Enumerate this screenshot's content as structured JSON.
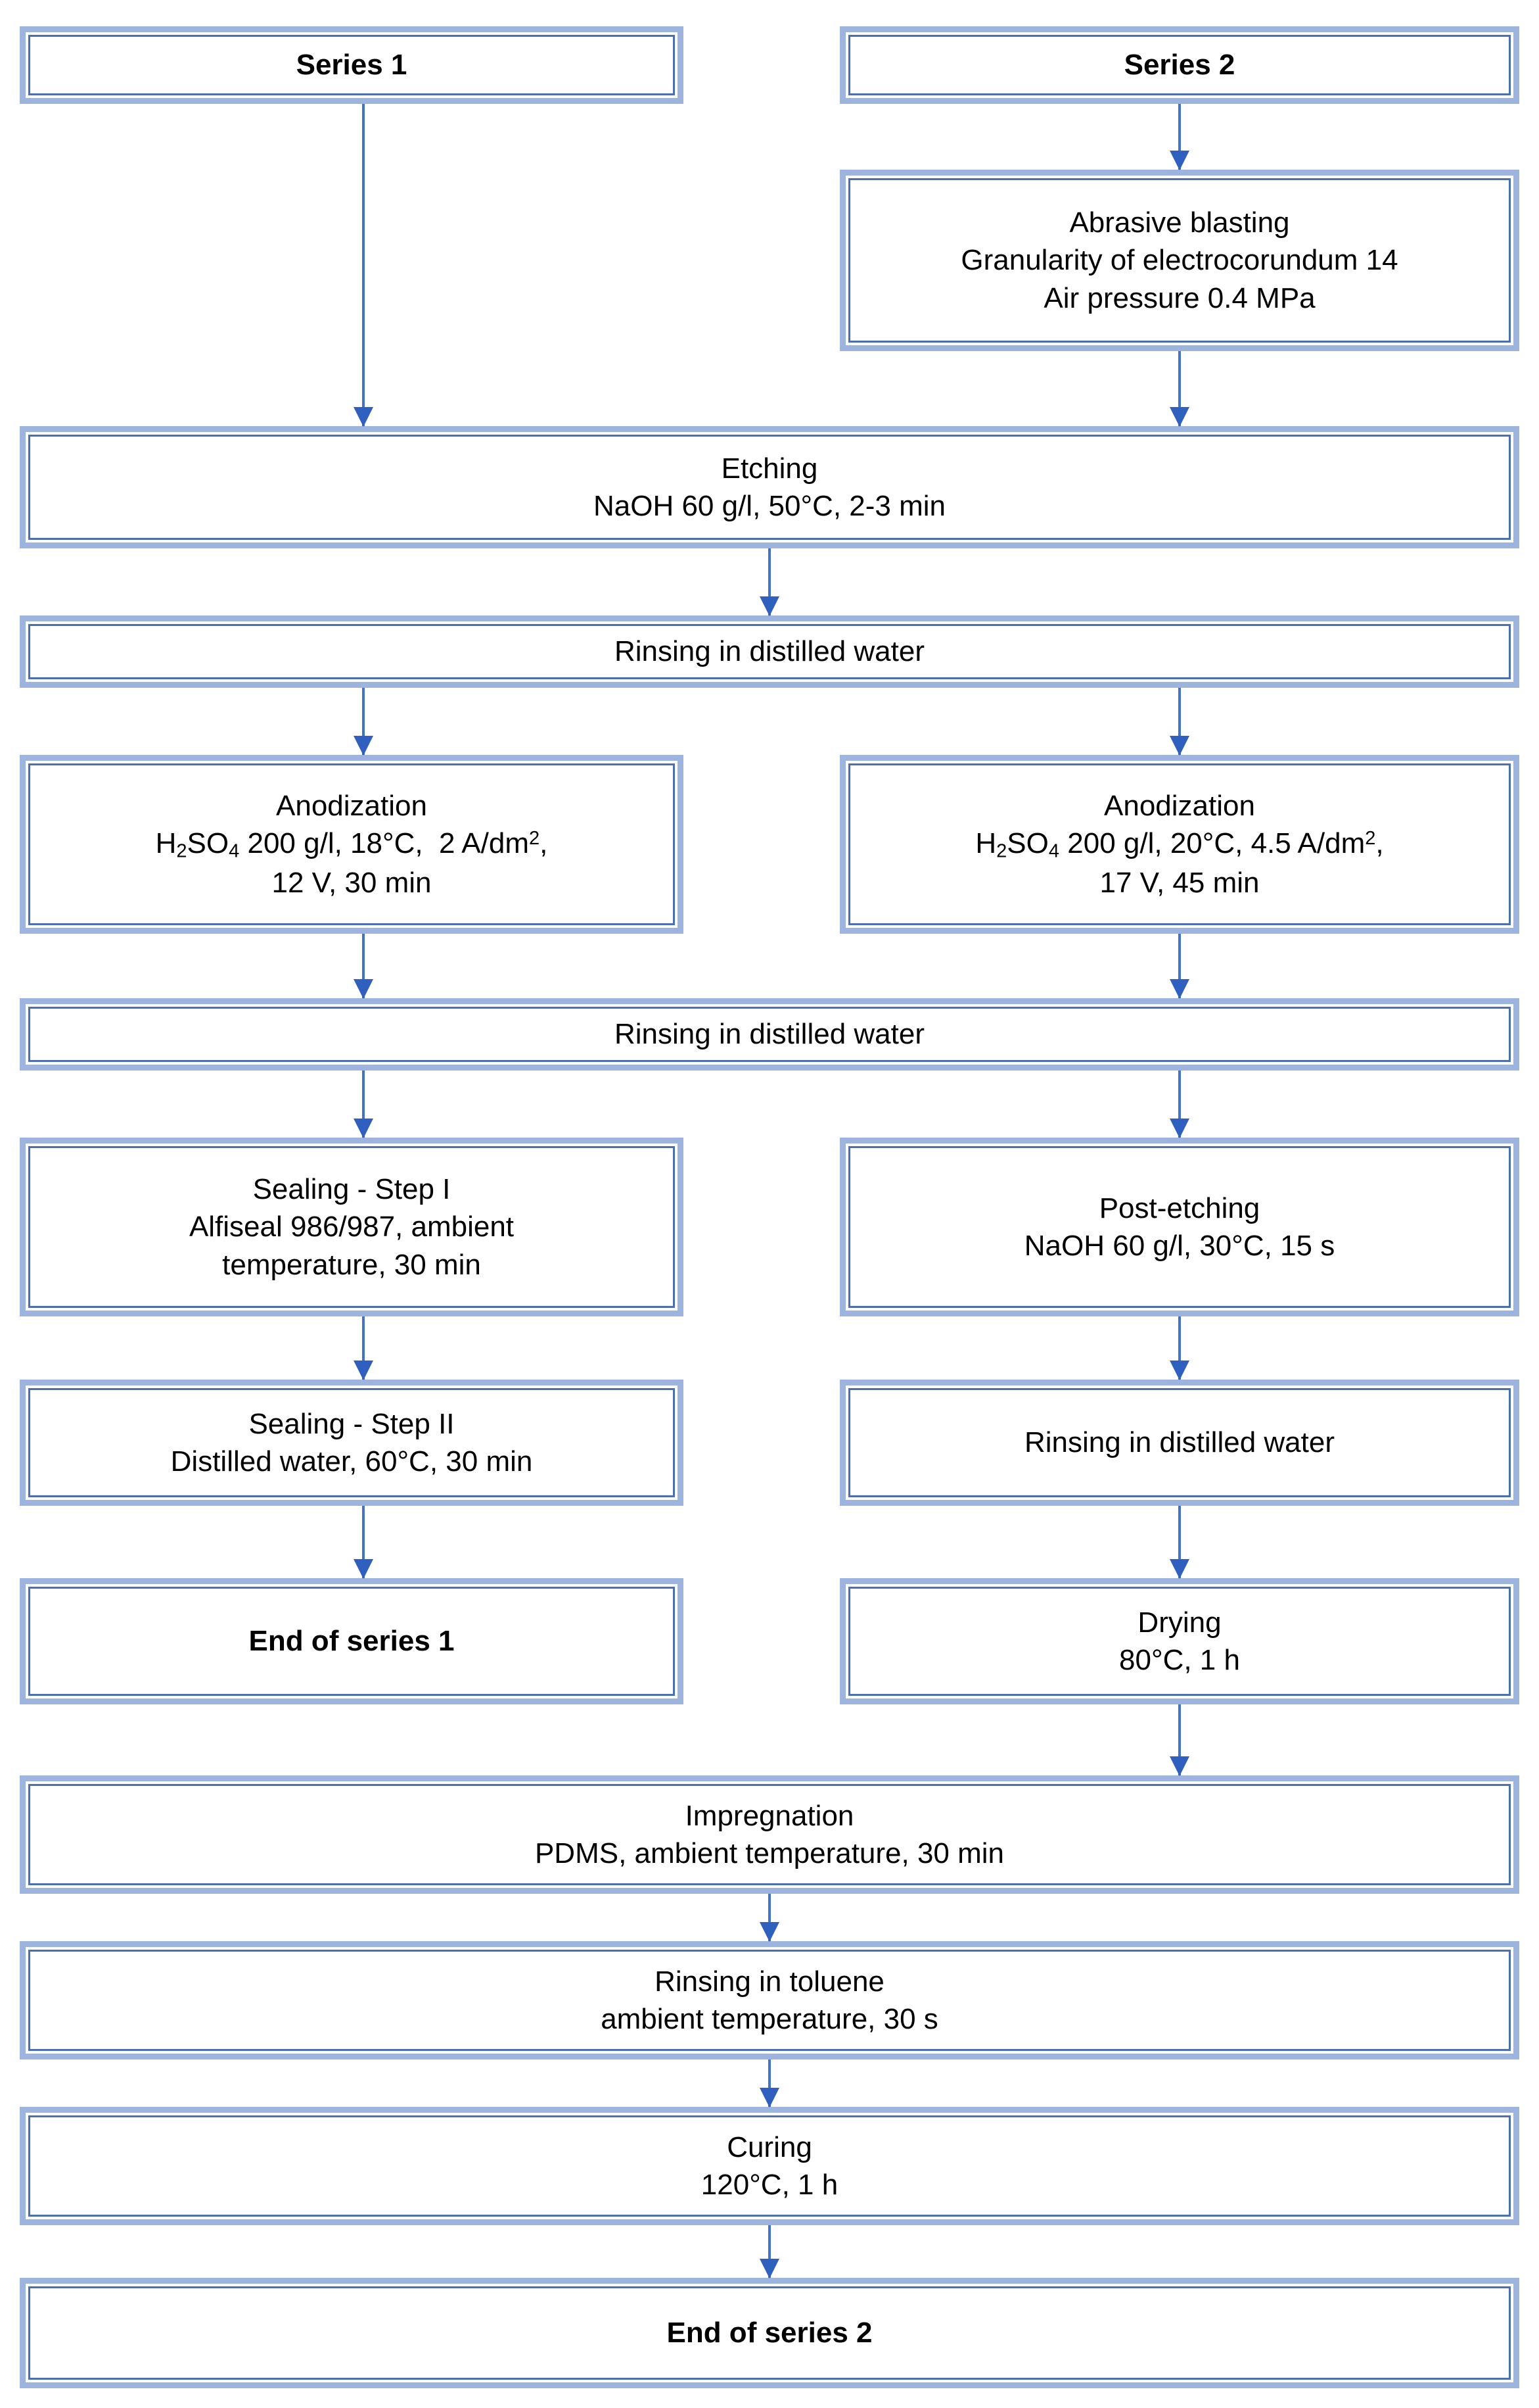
{
  "diagram": {
    "title": "Surface treatment process flowchart for Series 1 and Series 2",
    "colors": {
      "box_outer_border": "#9db4de",
      "box_inner_border": "#4a6fb5",
      "box_fill": "#ffffff",
      "arrow": "#4472c4",
      "arrow_head": "#2f5fbf",
      "text": "#000000",
      "background": "#ffffff"
    }
  },
  "nodes": {
    "series1_header": {
      "lines": [
        "Series 1"
      ],
      "bold": [
        true
      ]
    },
    "series2_header": {
      "lines": [
        "Series 2"
      ],
      "bold": [
        true
      ]
    },
    "abrasive_blasting": {
      "lines": [
        "Abrasive blasting",
        "Granularity of electrocorundum 14",
        "Air pressure 0.4 MPa"
      ],
      "bold": [
        false,
        false,
        false
      ]
    },
    "etching": {
      "lines": [
        "Etching",
        "NaOH 60 g/l, 50°C, 2-3 min"
      ],
      "bold": [
        false,
        false
      ]
    },
    "rinsing_1": {
      "lines": [
        "Rinsing in distilled water"
      ],
      "bold": [
        false
      ]
    },
    "anodization_left": {
      "lines": [
        "Anodization",
        "H2SO4 200 g/l, 18°C,  2 A/dm2,",
        "12 V, 30 min"
      ],
      "html_lines": [
        "Anodization",
        "H<sub>2</sub>SO<sub>4</sub> 200 g/l, 18°C,&nbsp; 2 A/dm<sup>2</sup>,",
        "12 V, 30 min"
      ],
      "bold": [
        false,
        false,
        false
      ]
    },
    "anodization_right": {
      "lines": [
        "Anodization",
        "H2SO4 200 g/l, 20°C, 4.5 A/dm2,",
        "17 V, 45 min"
      ],
      "html_lines": [
        "Anodization",
        "H<sub>2</sub>SO<sub>4</sub> 200 g/l, 20°C, 4.5 A/dm<sup>2</sup>,",
        "17 V, 45 min"
      ],
      "bold": [
        false,
        false,
        false
      ]
    },
    "rinsing_2": {
      "lines": [
        "Rinsing in distilled water"
      ],
      "bold": [
        false
      ]
    },
    "sealing_step1": {
      "lines": [
        "Sealing -  Step I",
        "Alfiseal 986/987, ambient",
        "temperature, 30 min"
      ],
      "bold": [
        false,
        false,
        false
      ]
    },
    "post_etching": {
      "lines": [
        "Post-etching",
        "NaOH 60 g/l, 30°C, 15 s"
      ],
      "bold": [
        false,
        false
      ]
    },
    "sealing_step2": {
      "lines": [
        "Sealing -  Step II",
        "Distilled water, 60°C, 30 min"
      ],
      "bold": [
        false,
        false
      ]
    },
    "rinsing_3": {
      "lines": [
        "Rinsing in distilled water"
      ],
      "bold": [
        false
      ]
    },
    "end_of_series_1": {
      "lines": [
        "End of series 1"
      ],
      "bold": [
        true
      ]
    },
    "drying": {
      "lines": [
        "Drying",
        "80°C, 1 h"
      ],
      "bold": [
        false,
        false
      ]
    },
    "impregnation": {
      "lines": [
        "Impregnation",
        "PDMS, ambient temperature, 30 min"
      ],
      "bold": [
        false,
        false
      ]
    },
    "rinsing_toluene": {
      "lines": [
        "Rinsing in toluene",
        "ambient temperature, 30 s"
      ],
      "bold": [
        false,
        false
      ]
    },
    "curing": {
      "lines": [
        "Curing",
        "120°C, 1 h"
      ],
      "bold": [
        false,
        false
      ]
    },
    "end_of_series_2": {
      "lines": [
        "End of series 2"
      ],
      "bold": [
        true
      ]
    }
  },
  "edges": [
    {
      "from": "series1_header",
      "to": "etching"
    },
    {
      "from": "series2_header",
      "to": "abrasive_blasting"
    },
    {
      "from": "abrasive_blasting",
      "to": "etching"
    },
    {
      "from": "etching",
      "to": "rinsing_1"
    },
    {
      "from": "rinsing_1",
      "to": "anodization_left"
    },
    {
      "from": "rinsing_1",
      "to": "anodization_right"
    },
    {
      "from": "anodization_left",
      "to": "rinsing_2"
    },
    {
      "from": "anodization_right",
      "to": "rinsing_2"
    },
    {
      "from": "rinsing_2",
      "to": "sealing_step1"
    },
    {
      "from": "rinsing_2",
      "to": "post_etching"
    },
    {
      "from": "sealing_step1",
      "to": "sealing_step2"
    },
    {
      "from": "sealing_step2",
      "to": "end_of_series_1"
    },
    {
      "from": "post_etching",
      "to": "rinsing_3"
    },
    {
      "from": "rinsing_3",
      "to": "drying"
    },
    {
      "from": "drying",
      "to": "impregnation"
    },
    {
      "from": "impregnation",
      "to": "rinsing_toluene"
    },
    {
      "from": "rinsing_toluene",
      "to": "curing"
    },
    {
      "from": "curing",
      "to": "end_of_series_2"
    }
  ]
}
